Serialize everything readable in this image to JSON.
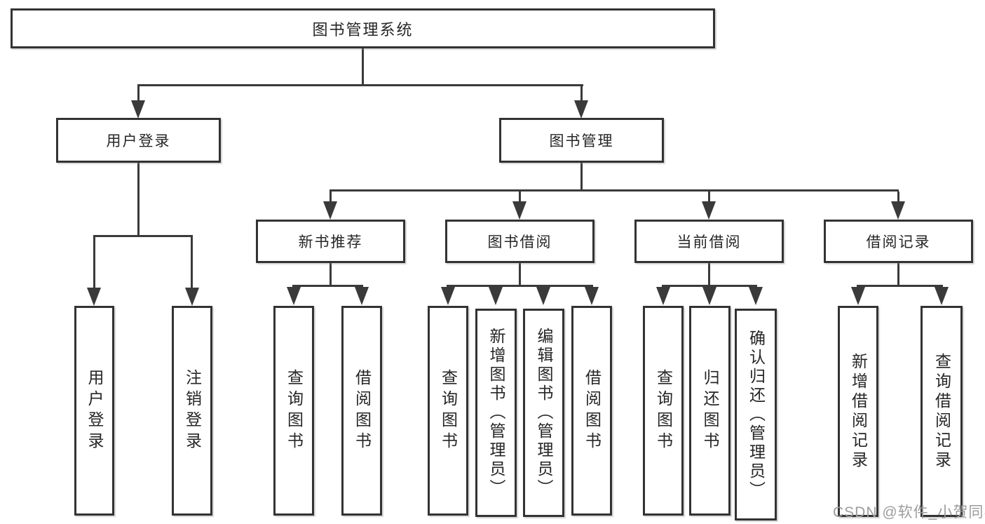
{
  "page": {
    "background": "#ffffff"
  },
  "colors": {
    "box_border": "#333333",
    "connector_line": "#3a3a3a",
    "text": "#262626",
    "box_background": "#ffffff",
    "watermark": "#9c9c9c"
  },
  "diagram": {
    "type": "tree",
    "root": {
      "label": "图书管理系统"
    },
    "level2": {
      "user_login": {
        "label": "用户登录"
      },
      "book_management": {
        "label": "图书管理"
      }
    },
    "level3": {
      "new_book_recommend": {
        "label": "新书推荐"
      },
      "book_borrowing": {
        "label": "图书借阅"
      },
      "current_borrowing": {
        "label": "当前借阅"
      },
      "borrowing_records": {
        "label": "借阅记录"
      }
    },
    "leaves": {
      "user_login": {
        "label": "用户登录"
      },
      "logout": {
        "label": "注销登录"
      },
      "newbook_query": {
        "label": "查询图书"
      },
      "newbook_borrow": {
        "label": "借阅图书"
      },
      "borrow_query": {
        "label": "查询图书"
      },
      "borrow_add_admin": {
        "label": "新增图书（管理员）"
      },
      "borrow_edit_admin": {
        "label": "编辑图书（管理员）"
      },
      "borrow_borrow": {
        "label": "借阅图书"
      },
      "current_query": {
        "label": "查询图书"
      },
      "current_return": {
        "label": "归还图书"
      },
      "current_confirm_admin": {
        "label": "确认归还（管理员）"
      },
      "records_add": {
        "label": "新增借阅记录"
      },
      "records_query": {
        "label": "查询借阅记录"
      }
    },
    "hierarchy": {
      "图书管理系统": {
        "用户登录": [
          "用户登录",
          "注销登录"
        ],
        "图书管理": {
          "新书推荐": [
            "查询图书",
            "借阅图书"
          ],
          "图书借阅": [
            "查询图书",
            "新增图书（管理员）",
            "编辑图书（管理员）",
            "借阅图书"
          ],
          "当前借阅": [
            "查询图书",
            "归还图书",
            "确认归还（管理员）"
          ],
          "借阅记录": [
            "新增借阅记录",
            "查询借阅记录"
          ]
        }
      }
    }
  },
  "watermark": {
    "text": "CSDN @软件_小贺同学"
  }
}
